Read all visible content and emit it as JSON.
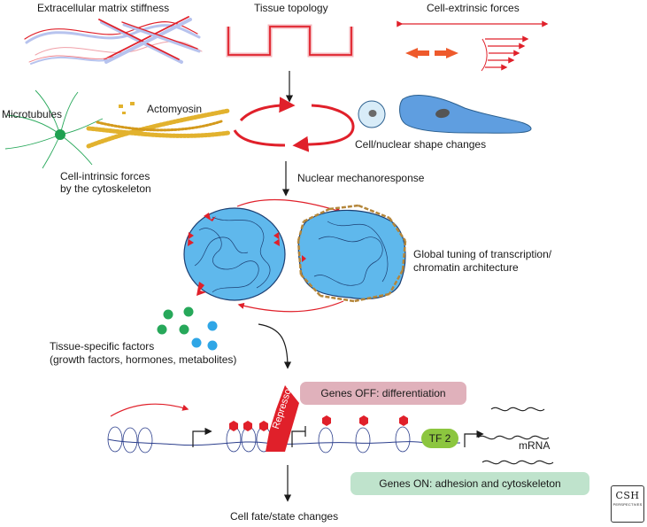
{
  "labels": {
    "ecm_stiffness": "Extracellular matrix stiffness",
    "tissue_topology": "Tissue topology",
    "extrinsic_forces": "Cell-extrinsic forces",
    "microtubules": "Microtubules",
    "actomyosin": "Actomyosin",
    "shape_changes": "Cell/nuclear shape changes",
    "intrinsic_line1": "Cell-intrinsic forces",
    "intrinsic_line2": "by the cytoskeleton",
    "mechanoresponse": "Nuclear mechanoresponse",
    "global_line1": "Global tuning of transcription/",
    "global_line2": "chromatin architecture",
    "tissue_factors_line1": "Tissue-specific factors",
    "tissue_factors_line2": "(growth factors, hormones, metabolites)",
    "repressor": "Repressor",
    "tf2": "TF 2",
    "mrna": "mRNA",
    "genes_off": "Genes OFF: differentiation",
    "genes_on": "Genes ON: adhesion and cytoskeleton",
    "cell_fate": "Cell fate/state changes"
  },
  "logo": {
    "main": "CSH",
    "sub": "PERSPECTIVES"
  },
  "colors": {
    "red": "#e0202a",
    "nucleus_fill": "#5fb8ec",
    "cell_blue": "#5f9ee0",
    "green": "#27a85a",
    "cyan": "#2fa6e6",
    "actin": "#e2b22e",
    "dna": "#2b3e8c",
    "tf2": "#8cc63f",
    "genes_off_fill": "#e0b1bb",
    "genes_on_fill": "#bfe3cc"
  }
}
